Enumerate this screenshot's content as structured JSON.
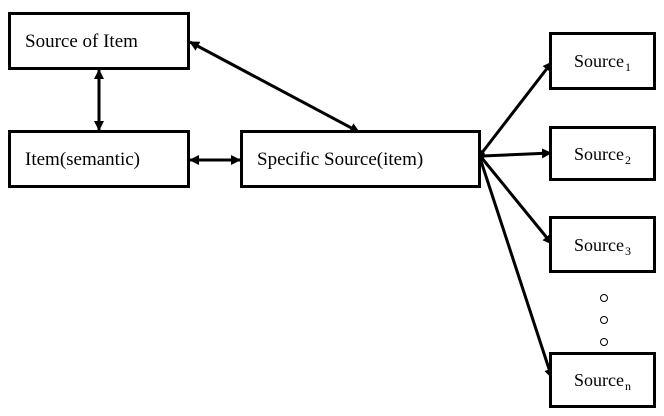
{
  "diagram": {
    "nodes": {
      "source_of_item": "Source of Item",
      "item_semantic": "Item(semantic)",
      "specific_source": "Specific Source(item)",
      "source_1": {
        "label": "Source",
        "sub": "1"
      },
      "source_2": {
        "label": "Source",
        "sub": "2"
      },
      "source_3": {
        "label": "Source",
        "sub": "3"
      },
      "source_n": {
        "label": "Source",
        "sub": "n"
      }
    },
    "edges": [
      {
        "from": "source_of_item",
        "to": "item_semantic",
        "direction": "both"
      },
      {
        "from": "item_semantic",
        "to": "specific_source",
        "direction": "both"
      },
      {
        "from": "source_of_item",
        "to": "specific_source",
        "direction": "both"
      },
      {
        "from": "specific_source",
        "to": "source_1",
        "direction": "forward"
      },
      {
        "from": "specific_source",
        "to": "source_2",
        "direction": "forward"
      },
      {
        "from": "specific_source",
        "to": "source_3",
        "direction": "forward"
      },
      {
        "from": "specific_source",
        "to": "source_n",
        "direction": "forward"
      }
    ],
    "line_color": "#000000",
    "background": "#ffffff"
  }
}
